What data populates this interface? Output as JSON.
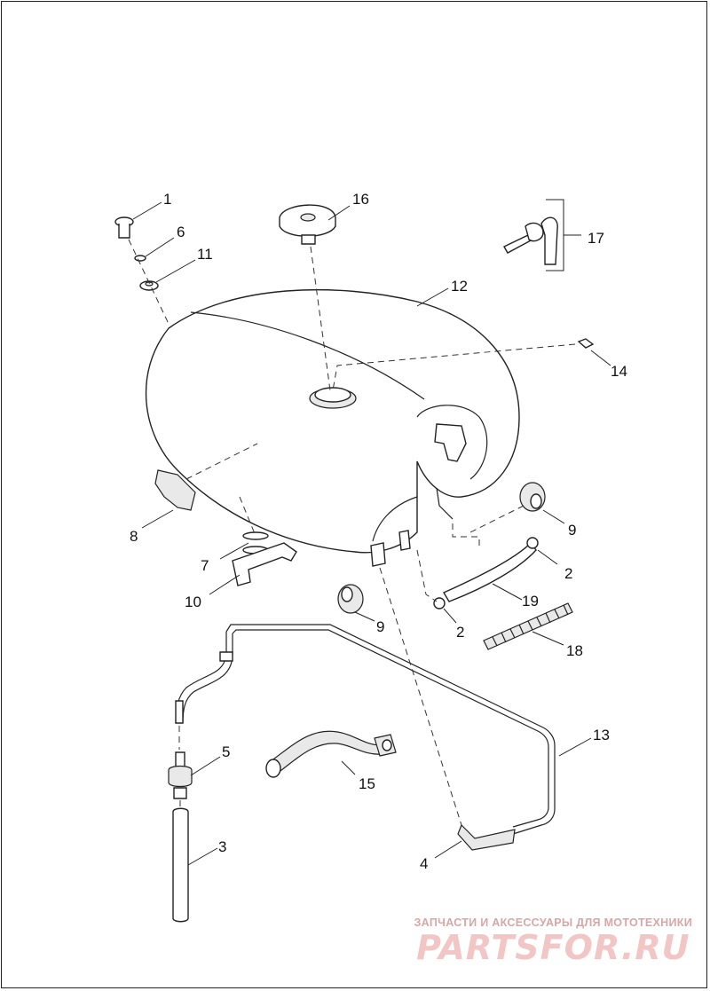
{
  "callouts": {
    "c1": "1",
    "c2a": "2",
    "c2b": "2",
    "c3": "3",
    "c4": "4",
    "c5": "5",
    "c6": "6",
    "c7": "7",
    "c8": "8",
    "c9a": "9",
    "c9b": "9",
    "c10": "10",
    "c11": "11",
    "c12": "12",
    "c13": "13",
    "c14": "14",
    "c15": "15",
    "c16": "16",
    "c17": "17",
    "c18": "18",
    "c19": "19"
  },
  "watermark": {
    "tagline": "ЗАПЧАСТИ И АКСЕССУАРЫ ДЛЯ МОТОТЕХНИКИ",
    "brand": "PARTSFOR.RU"
  }
}
